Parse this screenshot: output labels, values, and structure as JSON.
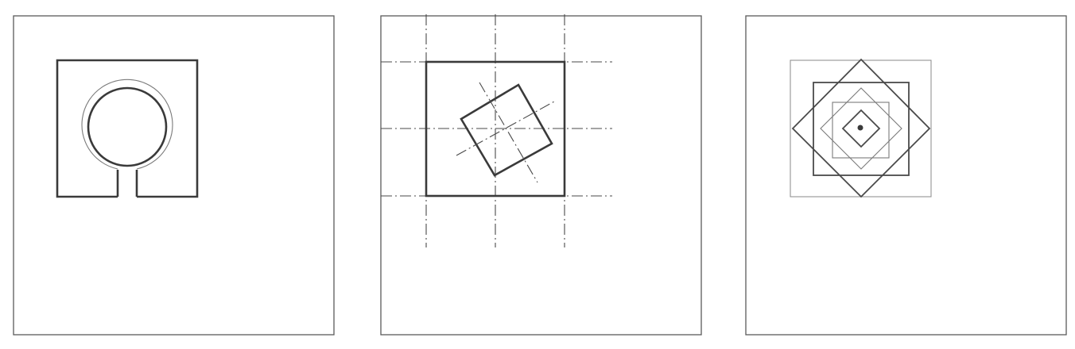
{
  "colors": {
    "paper": "#ffffff",
    "pencil_dark": "#3a3a3a",
    "pencil_mid": "#4a4a4a",
    "pencil_light": "#7a7a7a"
  },
  "panels": [
    {
      "id": "panel-1",
      "content": "square-with-circle-and-entry"
    },
    {
      "id": "panel-2",
      "content": "rotated-square-on-grid"
    },
    {
      "id": "panel-3",
      "content": "nested-squares-and-diamonds"
    }
  ]
}
